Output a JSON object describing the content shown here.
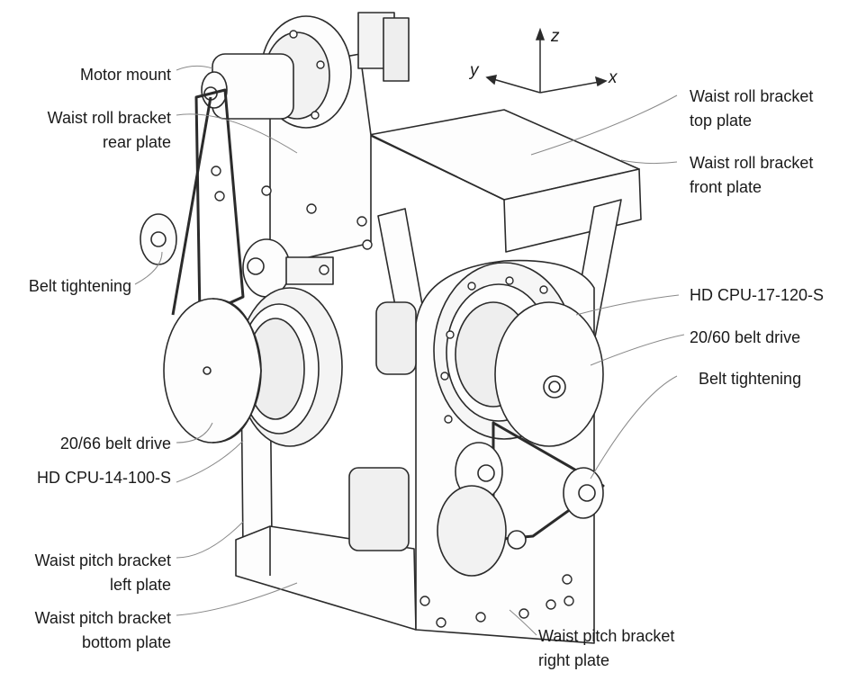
{
  "axes": {
    "x": "x",
    "y": "y",
    "z": "z"
  },
  "labels": {
    "motor_mount": [
      "Motor mount"
    ],
    "waist_roll_rear": [
      "Waist roll bracket",
      "rear plate"
    ],
    "belt_tightening_left": [
      "Belt tightening"
    ],
    "belt_drive_20_66": [
      "20/66 belt drive"
    ],
    "hd_cpu_14": [
      "HD CPU-14-100-S"
    ],
    "waist_pitch_left": [
      "Waist pitch bracket",
      "left plate"
    ],
    "waist_pitch_bottom": [
      "Waist pitch bracket",
      "bottom plate"
    ],
    "waist_roll_top": [
      "Waist roll bracket",
      "top plate"
    ],
    "waist_roll_front": [
      "Waist roll bracket",
      "front plate"
    ],
    "hd_cpu_17": [
      "HD CPU-17-120-S"
    ],
    "belt_drive_20_60": [
      "20/60 belt drive"
    ],
    "belt_tightening_right": [
      "Belt tightening"
    ],
    "waist_pitch_right": [
      "Waist pitch bracket",
      "right plate"
    ]
  },
  "colors": {
    "line": "#2b2b2b",
    "leader": "#8a8a8a",
    "fill": "#fdfdfd",
    "shade": "#e9e9e9"
  }
}
